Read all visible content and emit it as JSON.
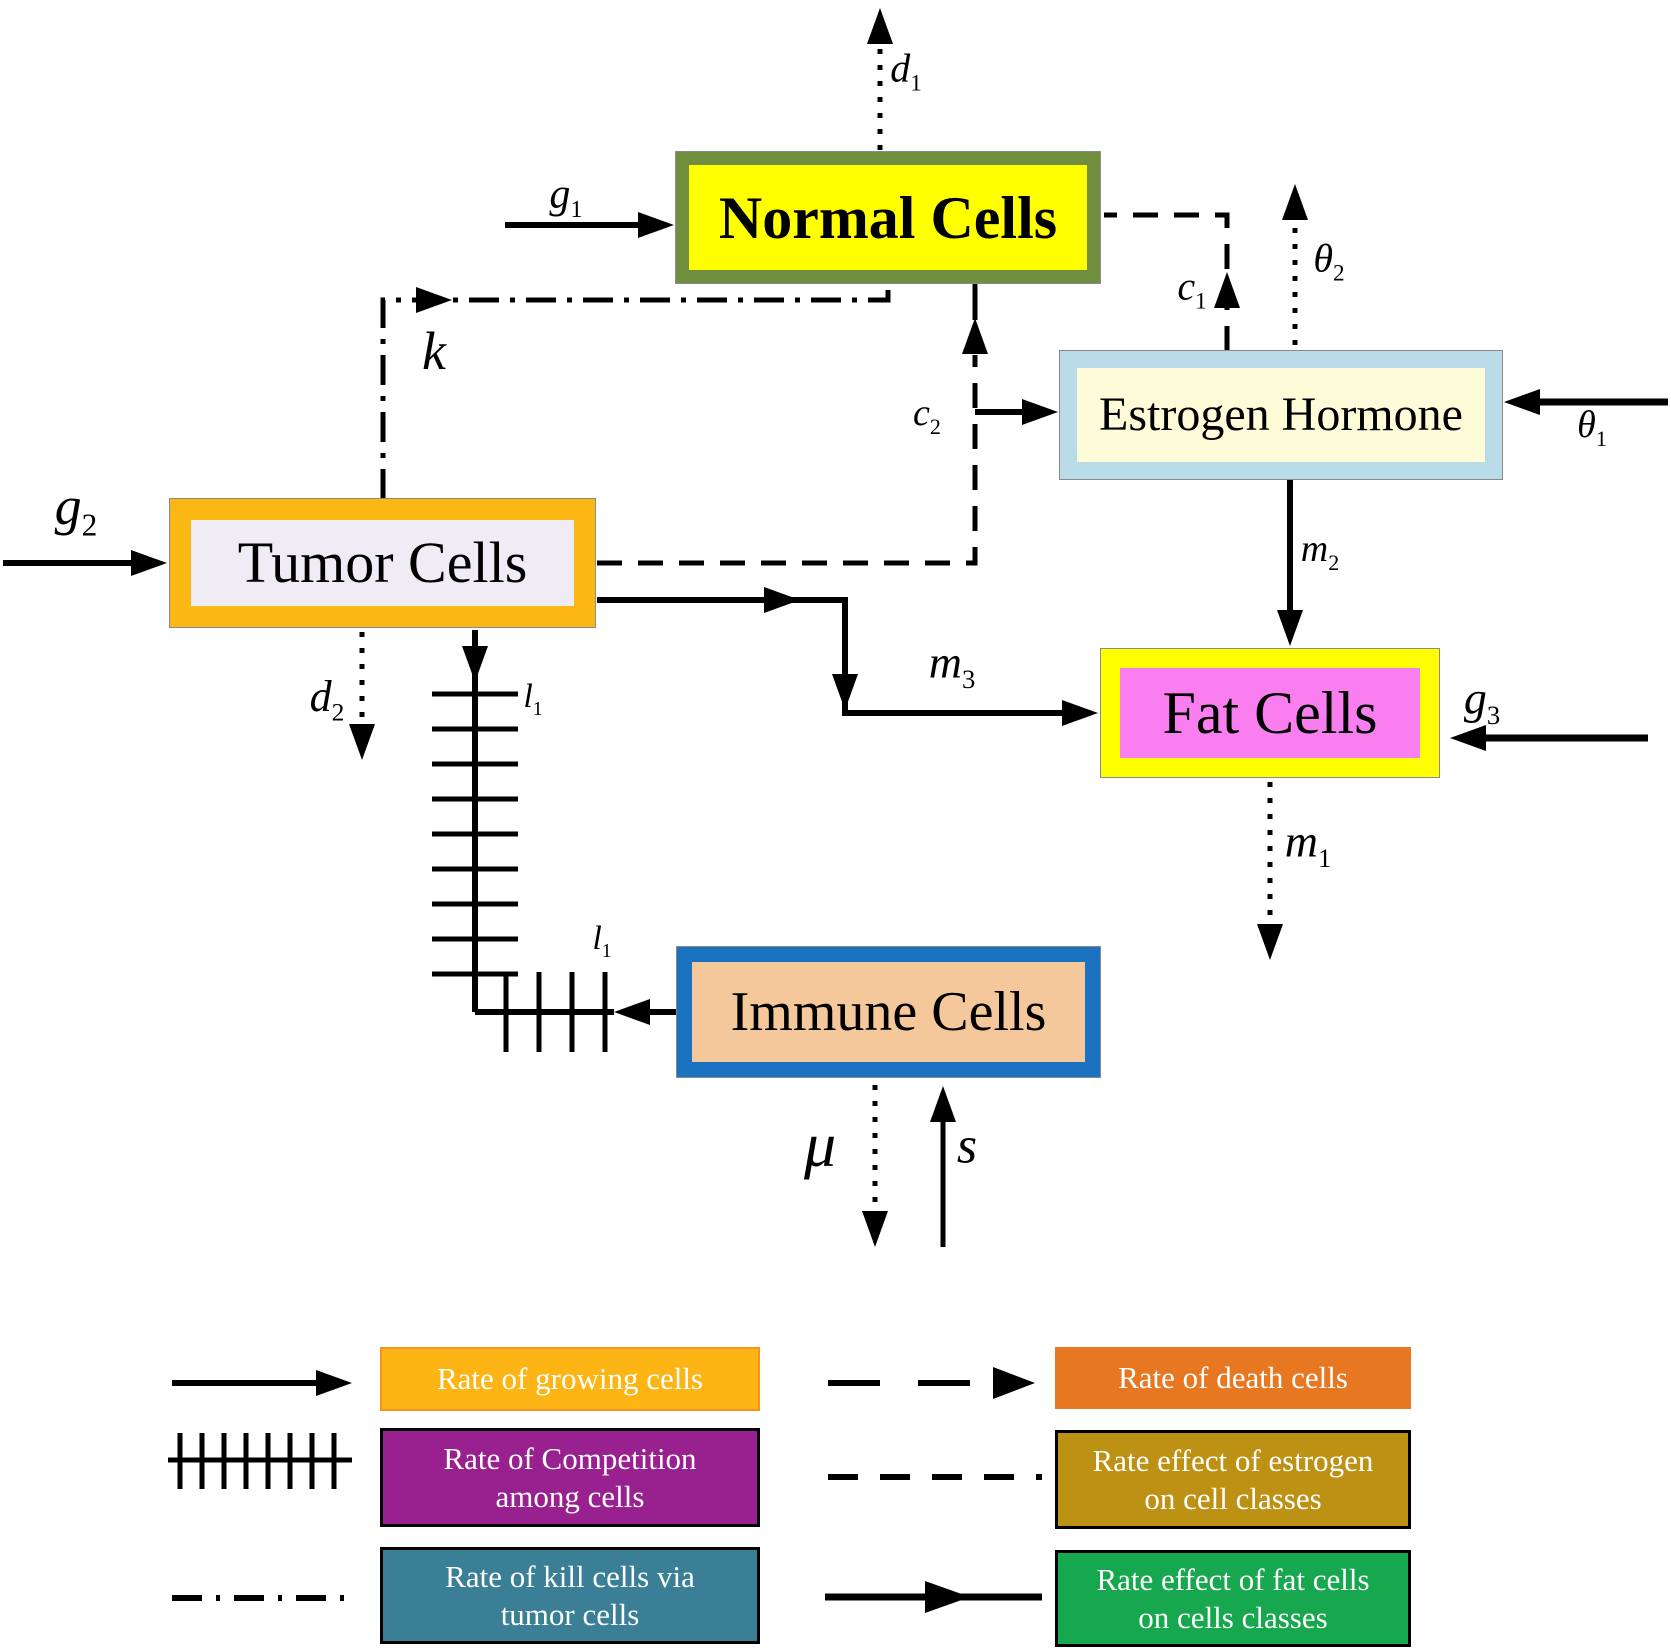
{
  "nodes": {
    "normal": {
      "label": "Normal Cells",
      "fill": "#ffff00",
      "border": "#708f3e"
    },
    "estrogen": {
      "label": "Estrogen Hormone",
      "fill": "#fdfbd8",
      "border": "#b9dce8"
    },
    "tumor": {
      "label": "Tumor Cells",
      "fill": "#efecf5",
      "border": "#fbb713"
    },
    "fat": {
      "label": "Fat Cells",
      "fill": "#f97ef0",
      "border": "#ffff00"
    },
    "immune": {
      "label": "Immune Cells",
      "fill": "#f5c89b",
      "border": "#1b72c0"
    }
  },
  "rate_labels": {
    "d1": {
      "base": "d",
      "sub": "1"
    },
    "g1": {
      "base": "g",
      "sub": "1"
    },
    "k": {
      "base": "k",
      "sub": ""
    },
    "c1": {
      "base": "c",
      "sub": "1"
    },
    "theta2": {
      "base": "θ",
      "sub": "2"
    },
    "c2": {
      "base": "c",
      "sub": "2"
    },
    "theta1": {
      "base": "θ",
      "sub": "1"
    },
    "m2": {
      "base": "m",
      "sub": "2"
    },
    "g2": {
      "base": "g",
      "sub": "2"
    },
    "d2": {
      "base": "d",
      "sub": "2"
    },
    "l1_tumor": {
      "base": "l",
      "sub": "1"
    },
    "m3": {
      "base": "m",
      "sub": "3"
    },
    "g3": {
      "base": "g",
      "sub": "3"
    },
    "m1": {
      "base": "m",
      "sub": "1"
    },
    "l1_immune": {
      "base": "l",
      "sub": "1"
    },
    "mu": {
      "base": "μ",
      "sub": ""
    },
    "s": {
      "base": "s",
      "sub": ""
    }
  },
  "legend": {
    "items": [
      {
        "id": "growing",
        "symbol": "solid-arrow",
        "line1": "Rate of growing cells",
        "line2": "",
        "color": "#fcb514"
      },
      {
        "id": "competition",
        "symbol": "hatched-line",
        "line1": "Rate of Competition",
        "line2": "among cells",
        "color": "#99218f"
      },
      {
        "id": "kill",
        "symbol": "dash-dot-line",
        "line1": "Rate of kill cells via",
        "line2": "tumor cells",
        "color": "#3a7f96"
      },
      {
        "id": "death",
        "symbol": "dashed-arrow",
        "line1": "Rate of death cells",
        "line2": "",
        "color": "#e87722"
      },
      {
        "id": "estrogen_effect",
        "symbol": "dashed-line",
        "line1": "Rate effect of estrogen",
        "line2": "on cell classes",
        "color": "#bd9114"
      },
      {
        "id": "fat_effect",
        "symbol": "solid-arrow-mid",
        "line1": "Rate effect of fat cells",
        "line2": "on cells classes",
        "color": "#17a74e"
      }
    ]
  }
}
